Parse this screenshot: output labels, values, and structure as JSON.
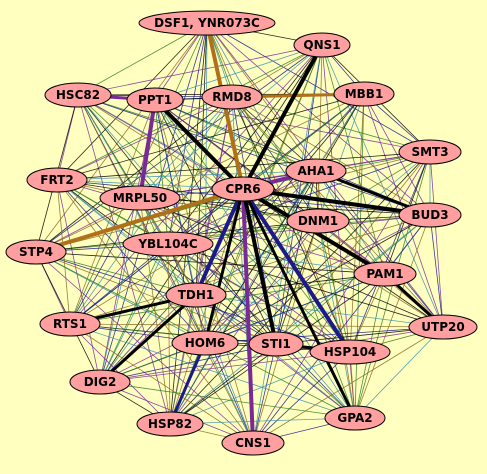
{
  "background": "#ffffc0",
  "node_fill": "#ff9f9f",
  "node_stroke": "#000000",
  "edge_palette": [
    "#000000",
    "#2e7d1f",
    "#7a2a96",
    "#3a8fae",
    "#8b6a1e",
    "#1a1a8a"
  ],
  "center_node": "CPR6",
  "nodes": [
    {
      "id": "DSF1, YNR073C"
    },
    {
      "id": "QNS1"
    },
    {
      "id": "HSC82"
    },
    {
      "id": "PPT1"
    },
    {
      "id": "RMD8"
    },
    {
      "id": "MBB1"
    },
    {
      "id": "AHA1"
    },
    {
      "id": "SMT3"
    },
    {
      "id": "FRT2"
    },
    {
      "id": "CPR6"
    },
    {
      "id": "MRPL50"
    },
    {
      "id": "BUD3"
    },
    {
      "id": "DNM1"
    },
    {
      "id": "STP4"
    },
    {
      "id": "YBL104C"
    },
    {
      "id": "PAM1"
    },
    {
      "id": "TDH1"
    },
    {
      "id": "RTS1"
    },
    {
      "id": "UTP20"
    },
    {
      "id": "HOM6"
    },
    {
      "id": "STI1"
    },
    {
      "id": "HSP104"
    },
    {
      "id": "DIG2"
    },
    {
      "id": "HSP82"
    },
    {
      "id": "GPA2"
    },
    {
      "id": "CNS1"
    }
  ],
  "highlight_edges": [
    {
      "from": "CPR6",
      "to": "DSF1, YNR073C",
      "color": "#b0701a",
      "weight": 4
    },
    {
      "from": "CPR6",
      "to": "STP4",
      "color": "#b0701a",
      "weight": 4
    },
    {
      "from": "CPR6",
      "to": "HSP104",
      "color": "#1a1a8a",
      "weight": 4
    },
    {
      "from": "CPR6",
      "to": "CNS1",
      "color": "#7a2a96",
      "weight": 4
    },
    {
      "from": "CPR6",
      "to": "TDH1",
      "color": "#1a1a8a",
      "weight": 4
    },
    {
      "from": "CPR6",
      "to": "AHA1",
      "color": "#7a2a96",
      "weight": 4
    },
    {
      "from": "PPT1",
      "to": "MRPL50",
      "color": "#7a2a96",
      "weight": 4
    },
    {
      "from": "HSC82",
      "to": "PPT1",
      "color": "#7a2a96",
      "weight": 3
    },
    {
      "from": "HOM6",
      "to": "HSP82",
      "color": "#1a1a8a",
      "weight": 3
    },
    {
      "from": "MBB1",
      "to": "RMD8",
      "color": "#b0701a",
      "weight": 3
    },
    {
      "from": "CPR6",
      "to": "PAM1",
      "color": "#000000",
      "weight": 4
    },
    {
      "from": "CPR6",
      "to": "QNS1",
      "color": "#000000",
      "weight": 4
    },
    {
      "from": "CPR6",
      "to": "STI1",
      "color": "#000000",
      "weight": 4
    },
    {
      "from": "CPR6",
      "to": "BUD3",
      "color": "#000000",
      "weight": 4
    },
    {
      "from": "CPR6",
      "to": "HOM6",
      "color": "#000000",
      "weight": 3
    },
    {
      "from": "CPR6",
      "to": "GPA2",
      "color": "#000000",
      "weight": 3
    },
    {
      "from": "AHA1",
      "to": "BUD3",
      "color": "#000000",
      "weight": 3
    },
    {
      "from": "PPT1",
      "to": "CPR6",
      "color": "#000000",
      "weight": 4
    },
    {
      "from": "RTS1",
      "to": "TDH1",
      "color": "#000000",
      "weight": 3
    },
    {
      "from": "PAM1",
      "to": "UTP20",
      "color": "#000000",
      "weight": 3
    },
    {
      "from": "DIG2",
      "to": "TDH1",
      "color": "#000000",
      "weight": 3
    },
    {
      "from": "HSP104",
      "to": "STI1",
      "color": "#000000",
      "weight": 3
    }
  ]
}
